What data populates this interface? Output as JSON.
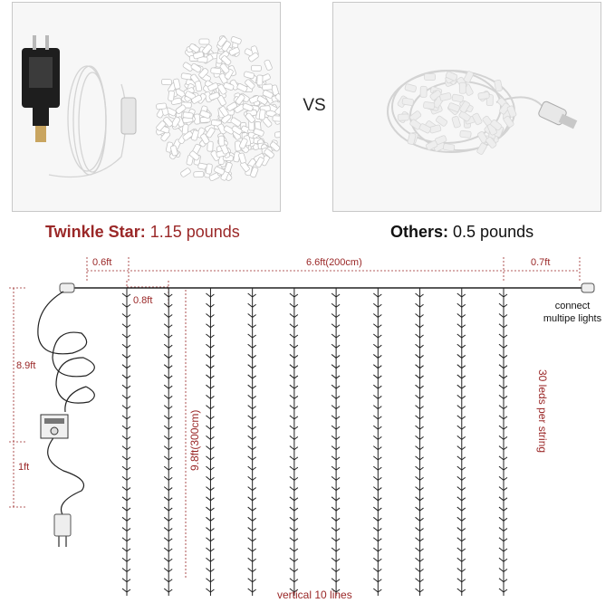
{
  "comparison": {
    "vs_label": "VS",
    "left_caption_brand": "Twinkle Star:",
    "left_caption_weight": "1.15 pounds",
    "right_caption_brand": "Others:",
    "right_caption_weight": "0.5 pounds"
  },
  "diagram": {
    "top_left_gap": "0.6ft",
    "width_label": "6.6ft(200cm)",
    "top_right_gap": "0.7ft",
    "strand_spacing": "0.8ft",
    "lead_cable": "8.9ft",
    "plug_cable": "1ft",
    "strand_length": "9.8ft(300cm)",
    "leds_per_string": "30 leds per string",
    "connect_note_line1": "connect",
    "connect_note_line2": "multipe lights",
    "vertical_lines": "vertical 10 lines",
    "strand_count": 10,
    "leds_count": 30
  },
  "colors": {
    "accent": "#9a2727",
    "wire": "#222222"
  }
}
